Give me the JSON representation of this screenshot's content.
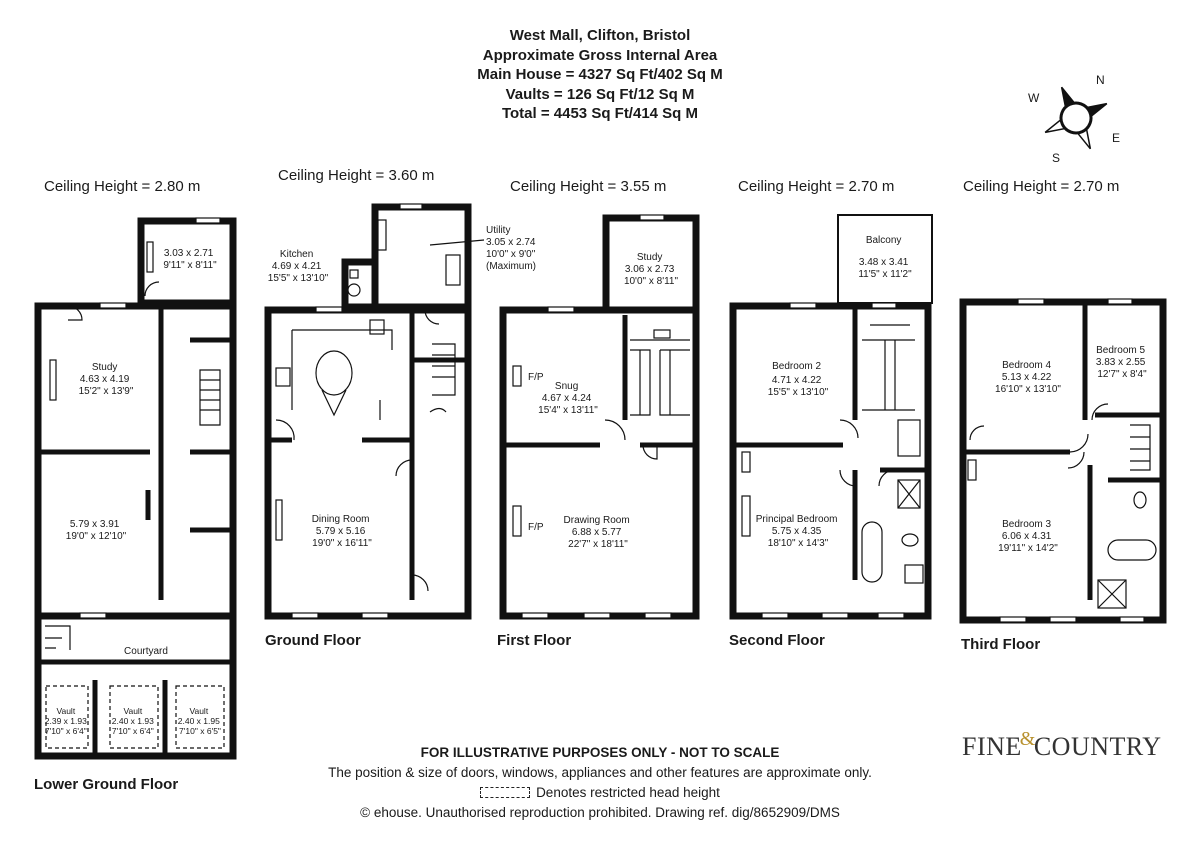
{
  "header": {
    "address": "West Mall, Clifton, Bristol",
    "gia_label": "Approximate Gross Internal Area",
    "main_house": "Main House = 4327 Sq Ft/402 Sq M",
    "vaults": "Vaults = 126 Sq Ft/12 Sq M",
    "total": "Total = 4453 Sq Ft/414 Sq M"
  },
  "compass": {
    "n": "N",
    "e": "E",
    "s": "S",
    "w": "W"
  },
  "floors": {
    "lower_ground": {
      "name": "Lower Ground Floor",
      "ceiling": "Ceiling Height = 2.80 m",
      "rooms": {
        "store_top": {
          "dims_m": "3.03 x 2.71",
          "dims_ft": "9'11\" x 8'11\""
        },
        "study": {
          "name": "Study",
          "dims_m": "4.63 x 4.19",
          "dims_ft": "15'2\" x 13'9\""
        },
        "main_room": {
          "dims_m": "5.79 x 3.91",
          "dims_ft": "19'0\" x 12'10\""
        },
        "courtyard": {
          "name": "Courtyard"
        },
        "vault1": {
          "name": "Vault",
          "dims_m": "2.39 x 1.93",
          "dims_ft": "7'10\" x 6'4\""
        },
        "vault2": {
          "name": "Vault",
          "dims_m": "2.40 x 1.93",
          "dims_ft": "7'10\" x 6'4\""
        },
        "vault3": {
          "name": "Vault",
          "dims_m": "2.40 x 1.95",
          "dims_ft": "7'10\" x 6'5\""
        }
      }
    },
    "ground": {
      "name": "Ground Floor",
      "ceiling": "Ceiling Height = 3.60 m",
      "rooms": {
        "kitchen": {
          "name": "Kitchen",
          "dims_m": "4.69 x 4.21",
          "dims_ft": "15'5\" x 13'10\""
        },
        "utility": {
          "name": "Utility",
          "dims_m": "3.05 x 2.74",
          "dims_ft": "10'0\" x 9'0\"",
          "note": "(Maximum)"
        },
        "dining": {
          "name": "Dining Room",
          "dims_m": "5.79 x 5.16",
          "dims_ft": "19'0\" x 16'11\""
        }
      }
    },
    "first": {
      "name": "First Floor",
      "ceiling": "Ceiling Height = 3.55 m",
      "rooms": {
        "study": {
          "name": "Study",
          "dims_m": "3.06 x 2.73",
          "dims_ft": "10'0\" x 8'11\""
        },
        "snug": {
          "name": "Snug",
          "dims_m": "4.67 x 4.24",
          "dims_ft": "15'4\" x 13'11\"",
          "fp": "F/P"
        },
        "drawing": {
          "name": "Drawing Room",
          "dims_m": "6.88 x 5.77",
          "dims_ft": "22'7\" x 18'11\"",
          "fp": "F/P"
        }
      }
    },
    "second": {
      "name": "Second Floor",
      "ceiling": "Ceiling Height = 2.70 m",
      "rooms": {
        "balcony": {
          "name": "Balcony",
          "dims_m": "3.48 x 3.41",
          "dims_ft": "11'5\" x 11'2\""
        },
        "bedroom2": {
          "name": "Bedroom 2",
          "dims_m": "4.71 x 4.22",
          "dims_ft": "15'5\" x 13'10\""
        },
        "principal": {
          "name": "Principal Bedroom",
          "dims_m": "5.75 x 4.35",
          "dims_ft": "18'10\" x 14'3\""
        }
      }
    },
    "third": {
      "name": "Third Floor",
      "ceiling": "Ceiling Height = 2.70 m",
      "rooms": {
        "bedroom4": {
          "name": "Bedroom 4",
          "dims_m": "5.13 x 4.22",
          "dims_ft": "16'10\" x 13'10\""
        },
        "bedroom5": {
          "name": "Bedroom 5",
          "dims_m": "3.83 x 2.55",
          "dims_ft": "12'7\" x 8'4\""
        },
        "bedroom3": {
          "name": "Bedroom 3",
          "dims_m": "6.06 x 4.31",
          "dims_ft": "19'11\" x 14'2\""
        }
      }
    }
  },
  "footer": {
    "disclaimer": "FOR ILLUSTRATIVE PURPOSES ONLY - NOT TO SCALE",
    "position_note": "The position & size of doors, windows, appliances and other features are approximate only.",
    "restricted_note": "Denotes restricted head height",
    "copyright": "© ehouse. Unauthorised reproduction prohibited. Drawing ref. dig/8652909/DMS"
  },
  "logo": {
    "word1": "FINE",
    "amp": "&",
    "word2": "COUNTRY"
  }
}
